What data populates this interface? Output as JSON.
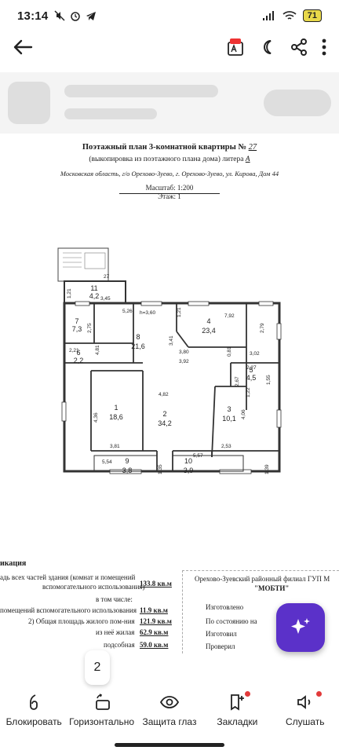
{
  "status": {
    "time": "13:14",
    "battery": "71"
  },
  "doc": {
    "title": "Поэтажный план 3-комнатной квартиры №",
    "number": "27",
    "subtitle": "(выкопировка из поэтажного плана дома) литера",
    "litera": "А",
    "address": "Московская область, г/о Орехово-Зуево, г. Орехово-Зуево, ул. Кирова, Дом 44",
    "scale": "Масштаб: 1:200",
    "floor": "Этаж: 1",
    "ceiling": "h=3,60",
    "explication_title": "икация",
    "ex_total_label": "адь всех частей здания (комнат и помещений",
    "ex_total_label2": "вспомогательного использования)",
    "ex_total": "133.8 кв.м",
    "ex_incl": "в том числе:",
    "ex_aux_label": "помещений вспомогательного использования",
    "ex_aux": "11.9 кв.м",
    "ex_living_label": "2) Общая площадь жилого пом-ния",
    "ex_living": "121.9 кв.м",
    "ex_res_label": "из неё жилая",
    "ex_res": "62.9 кв.м",
    "ex_sub_label": "подсобная",
    "ex_sub": "59.0 кв.м",
    "org": "Орехово-Зуевский районный филиал ГУП М",
    "org2": "\"МОБТИ\"",
    "made": "Изготовлено",
    "state": "По состоянию на",
    "maker": "Изготовил",
    "checked": "Проверил"
  },
  "plan": {
    "rooms": [
      {
        "n": "11",
        "area": "4,2"
      },
      {
        "n": "7",
        "area": "7,3"
      },
      {
        "n": "8",
        "area": "21,6"
      },
      {
        "n": "4",
        "area": "23,4"
      },
      {
        "n": "6",
        "area": "2,2"
      },
      {
        "n": "5",
        "area": "4,5"
      },
      {
        "n": "1",
        "area": "18,6"
      },
      {
        "n": "2",
        "area": "34,2"
      },
      {
        "n": "3",
        "area": "10,1"
      },
      {
        "n": "9",
        "area": "3,8"
      },
      {
        "n": "10",
        "area": "3,9"
      }
    ],
    "dims": [
      "27",
      "1,21",
      "3,45",
      "5,26",
      "1,21",
      "7,92",
      "2,79",
      "2,75",
      "4,81",
      "3,41",
      "0,81",
      "3,02",
      "2,21",
      "3,80",
      "3,92",
      "2,27",
      "1,55",
      "2,67",
      "1,22",
      "4,82",
      "4,36",
      "4,06",
      "3,81",
      "2,53",
      "5,54",
      "1,35",
      "5,57",
      "1,39"
    ]
  },
  "page_indicator": "2",
  "toolbar": [
    {
      "label": "Блокировать"
    },
    {
      "label": "Горизонтально"
    },
    {
      "label": "Защита глаз"
    },
    {
      "label": "Закладки"
    },
    {
      "label": "Слушать"
    }
  ]
}
